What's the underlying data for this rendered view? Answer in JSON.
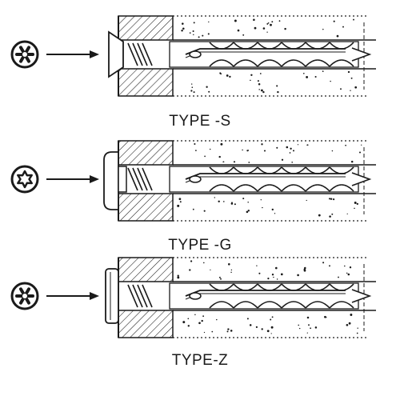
{
  "figure": {
    "panels": [
      {
        "id": "s",
        "label": "TYPE -S",
        "drive_icon": "hexalobular-drive-icon",
        "head_style": "countersunk"
      },
      {
        "id": "g",
        "label": "TYPE -G",
        "drive_icon": "torx-star-drive-icon",
        "head_style": "large-collar"
      },
      {
        "id": "z",
        "label": "TYPE-Z",
        "drive_icon": "hexalobular-drive-icon",
        "head_style": "flat-collar"
      }
    ],
    "colors": {
      "ink": "#1a1a1a",
      "paper": "#ffffff"
    }
  }
}
